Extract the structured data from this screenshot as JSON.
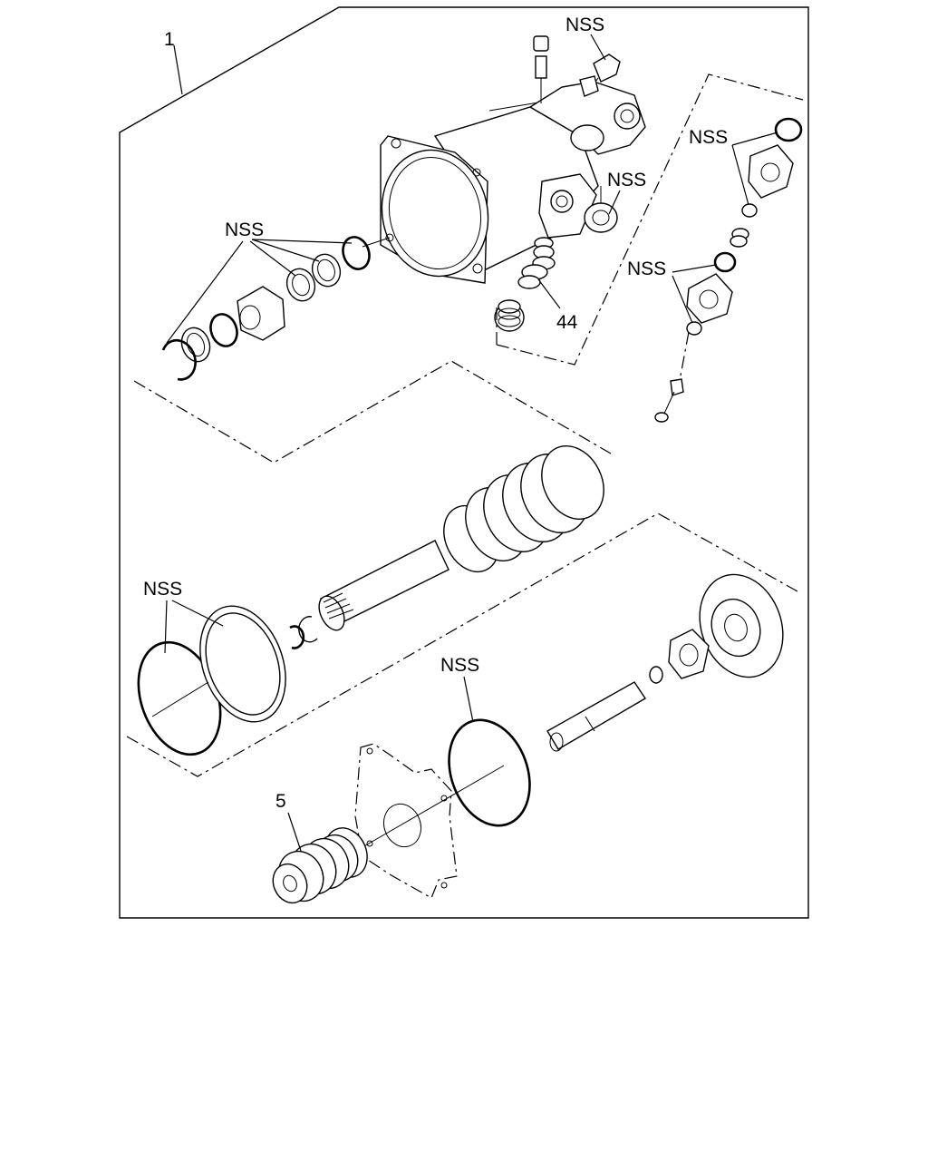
{
  "callouts": {
    "assembly_1": "1",
    "nss_top": "NSS",
    "nss_right_top": "NSS",
    "nss_right_valve": "NSS",
    "nss_right_mid": "NSS",
    "nss_seals_left": "NSS",
    "part_44": "44",
    "nss_lower_left": "NSS",
    "nss_lower_mid": "NSS",
    "part_5": "5"
  },
  "colors": {
    "line": "#000000",
    "background": "#ffffff"
  }
}
